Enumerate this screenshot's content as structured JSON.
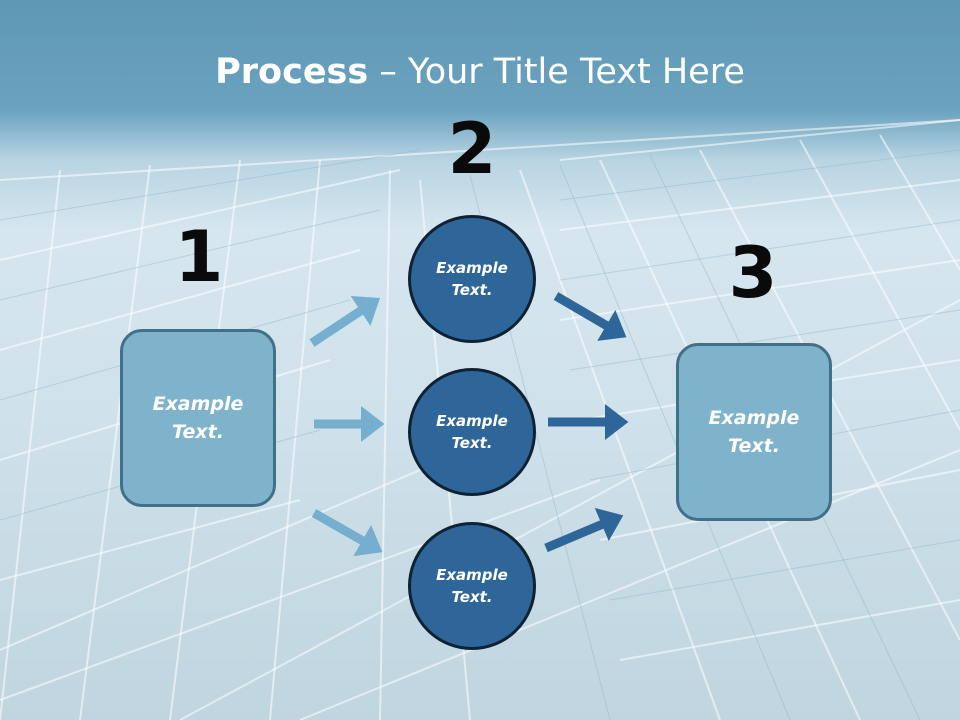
{
  "title": {
    "strong": "Process",
    "rest": " – Your Title Text Here"
  },
  "steps": [
    {
      "number": "1",
      "label": "Example\nText."
    },
    {
      "number": "2",
      "label": "Example\nText."
    },
    {
      "number": "3",
      "label": "Example\nText."
    }
  ],
  "circles": [
    {
      "label": "Example\nText."
    },
    {
      "label": "Example\nText."
    },
    {
      "label": "Example\nText."
    }
  ],
  "colors": {
    "box_fill": "#7fb3cb",
    "box_border": "#41708a",
    "circle_fill": "#2f6699",
    "arrow_light": "#76aed0",
    "arrow_dark": "#2f6699"
  }
}
